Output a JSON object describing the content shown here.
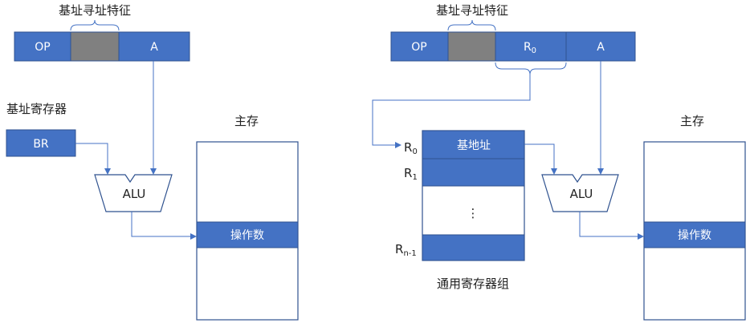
{
  "left": {
    "brace_label": "基址寻址特征",
    "instruction": {
      "op": "OP",
      "addr": "A"
    },
    "br_title": "基址寄存器",
    "br_box": "BR",
    "alu": "ALU",
    "memory_title": "主存",
    "operand": "操作数"
  },
  "right": {
    "brace_label": "基址寻址特征",
    "instruction": {
      "op": "OP",
      "reg": "R",
      "reg_sub": "0",
      "addr": "A"
    },
    "regfile": {
      "cell0": "基地址",
      "ellipsis": "⋮",
      "labels": [
        {
          "main": "R",
          "sub": "0"
        },
        {
          "main": "R",
          "sub": "1"
        },
        {
          "main": "R",
          "sub": "n-1"
        }
      ],
      "title": "通用寄存器组"
    },
    "alu": "ALU",
    "memory_title": "主存",
    "operand": "操作数"
  },
  "colors": {
    "fill": "#4472C4",
    "stroke": "#2F528F",
    "gray": "#808080",
    "line": "#4472C4"
  }
}
